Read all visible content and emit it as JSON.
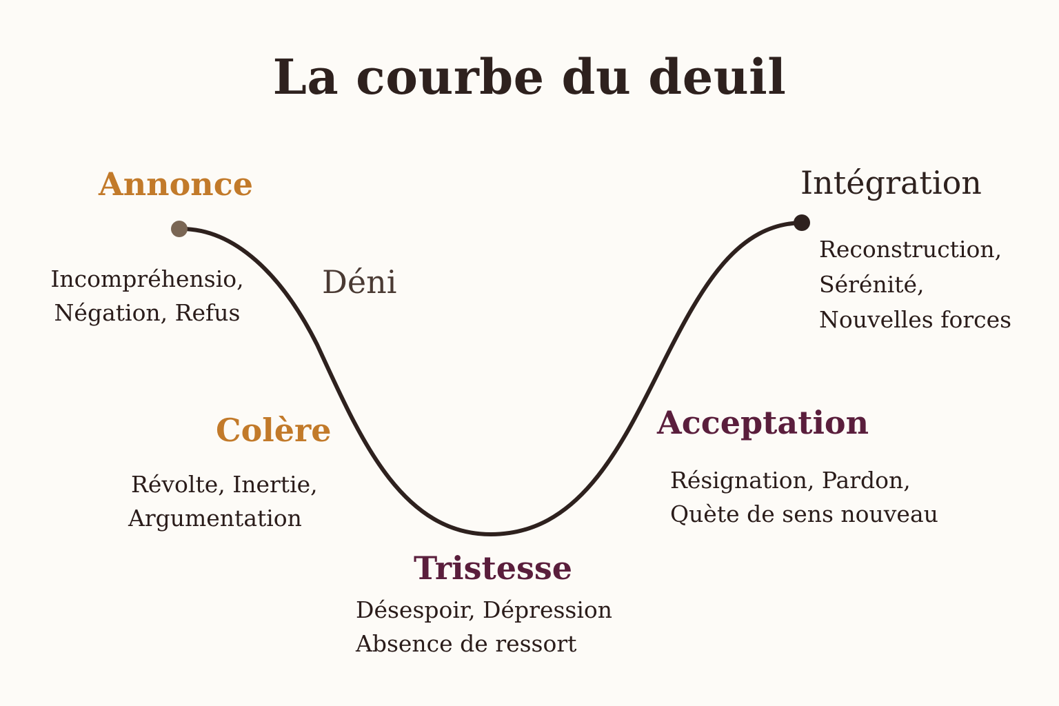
{
  "title": "La courbe du deuil",
  "colors": {
    "background": "#fdfbf7",
    "curve": "#2e211e",
    "orange": "#c27a2a",
    "plum": "#5a1e3c",
    "dark": "#2e211e",
    "brown": "#4a3a33",
    "start_dot": "#7a6654"
  },
  "stages": {
    "annonce": {
      "label": "Annonce",
      "desc": [
        "Incompréhensio,",
        "Négation, Refus"
      ]
    },
    "deni": {
      "label": "Déni"
    },
    "colere": {
      "label": "Colère",
      "desc": [
        "Révolte, Inertie,",
        "Argumentation"
      ]
    },
    "tristesse": {
      "label": "Tristesse",
      "desc": [
        "Désespoir, Dépression",
        "Absence de ressort"
      ]
    },
    "acceptation": {
      "label": "Acceptation",
      "desc": [
        "Résignation, Pardon,",
        "Quète de sens nouveau"
      ]
    },
    "integration": {
      "label": "Intégration",
      "desc": [
        "Reconstruction,",
        "Sérénité,",
        "Nouvelles forces"
      ]
    }
  }
}
